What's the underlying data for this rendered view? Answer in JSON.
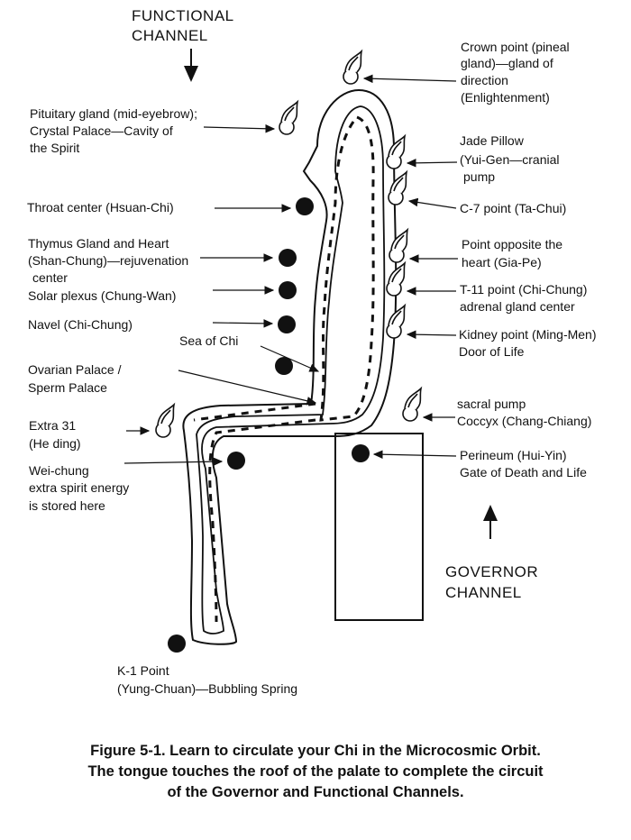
{
  "headings": {
    "functional": [
      "FUNCTIONAL",
      "CHANNEL"
    ],
    "governor": [
      "GOVERNOR",
      "CHANNEL"
    ]
  },
  "labels": {
    "crown": [
      "Crown point (pineal",
      "gland)—gland of",
      "direction",
      "(Enlightenment)"
    ],
    "pituitary": [
      "Pituitary gland (mid-eyebrow);",
      "Crystal Palace—Cavity of",
      "the Spirit"
    ],
    "jade": [
      "Jade Pillow",
      "(Yui-Gen—cranial",
      "pump"
    ],
    "throat": [
      "Throat center (Hsuan-Chi)"
    ],
    "c7": [
      "C-7 point (Ta-Chui)"
    ],
    "thymus": [
      "Thymus Gland and Heart",
      "(Shan-Chung)—rejuvenation",
      "center"
    ],
    "opposite": [
      "Point opposite the",
      "heart (Gia-Pe)"
    ],
    "solar": [
      "Solar plexus (Chung-Wan)"
    ],
    "t11": [
      "T-11 point (Chi-Chung)",
      "adrenal gland center"
    ],
    "navel": [
      "Navel (Chi-Chung)"
    ],
    "sea": [
      "Sea of Chi"
    ],
    "kidney": [
      "Kidney point (Ming-Men)",
      "Door of Life"
    ],
    "ovarian": [
      "Ovarian Palace /",
      "Sperm Palace"
    ],
    "sacral": [
      "sacral pump",
      "Coccyx (Chang-Chiang)"
    ],
    "extra31": [
      "Extra 31",
      "(He ding)"
    ],
    "perineum": [
      "Perineum (Hui-Yin)",
      "Gate of Death and Life"
    ],
    "weichung": [
      "Wei-chung",
      "extra spirit energy",
      "is stored here"
    ],
    "k1": [
      "K-1 Point",
      "(Yung-Chuan)—Bubbling Spring"
    ]
  },
  "caption": [
    "Figure 5-1. Learn to circulate your Chi in the Microcosmic Orbit.",
    "The tongue touches the roof of the palate to complete the circuit",
    "of the Governor and Functional Channels."
  ]
}
